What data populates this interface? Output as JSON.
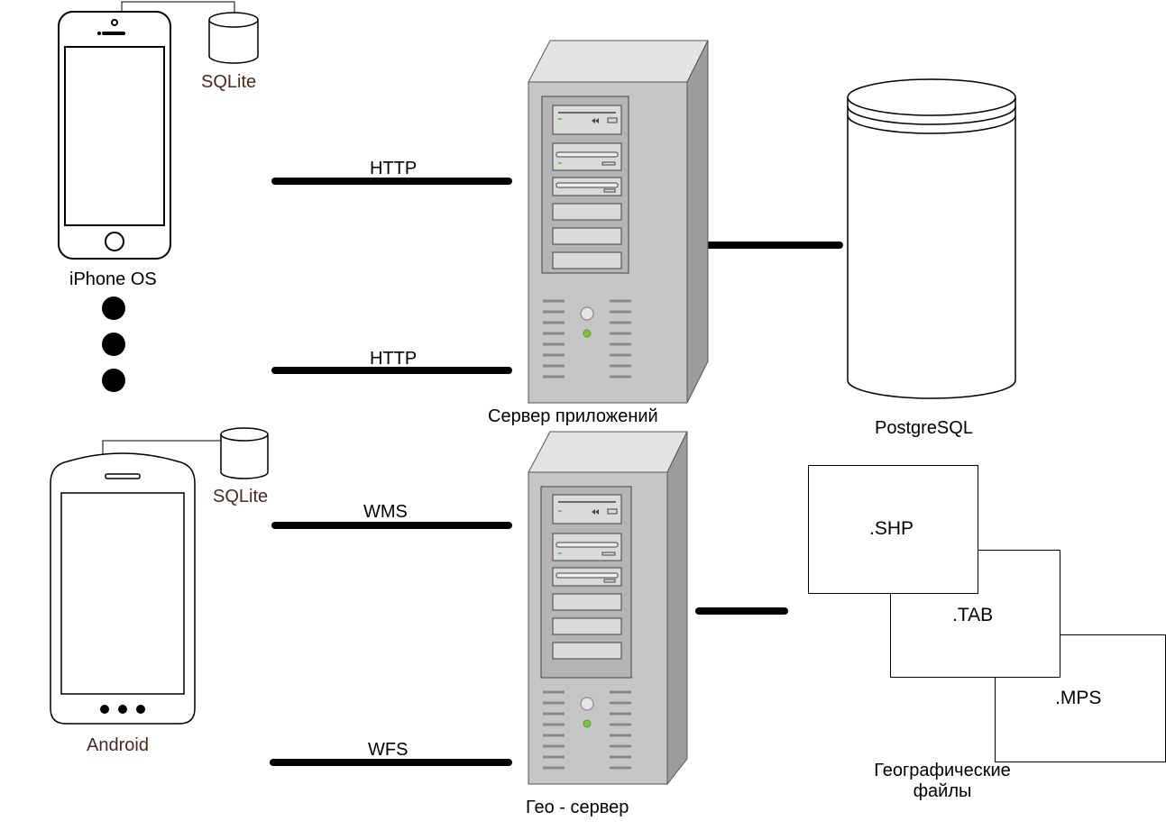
{
  "clients": {
    "iphone": {
      "label": "iPhone OS",
      "db_label": "SQLite"
    },
    "android": {
      "label": "Android",
      "db_label": "SQLite"
    }
  },
  "servers": {
    "app_server": {
      "label": "Сервер приложений"
    },
    "geo_server": {
      "label": "Гео - сервер"
    }
  },
  "connections": {
    "iphone_http": "HTTP",
    "other_http": "HTTP",
    "android_wms": "WMS",
    "android_wfs": "WFS"
  },
  "database": {
    "label": "PostgreSQL"
  },
  "geo_files": {
    "items": [
      ".SHP",
      ".TAB",
      ".MPS"
    ],
    "caption_line1": "Географические",
    "caption_line2": "файлы"
  },
  "colors": {
    "line": "#000000",
    "server_body": "#c8c8c8",
    "server_side": "#9a9a9a",
    "server_top": "#e2e2e2",
    "led_green": "#7ec242",
    "text_brown": "#4a2a20"
  }
}
